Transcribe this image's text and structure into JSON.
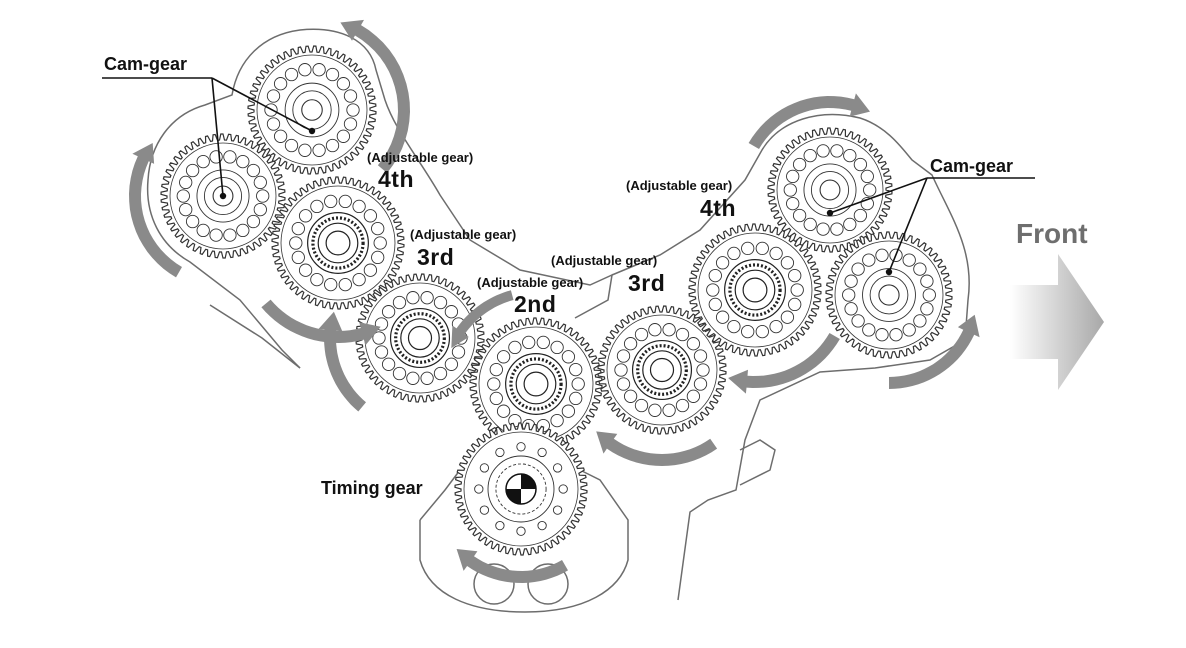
{
  "labels": {
    "cam_gear_left": "Cam-gear",
    "cam_gear_right": "Cam-gear",
    "adjustable_4th_left_note": "(Adjustable gear)",
    "adjustable_4th_left_num": "4th",
    "adjustable_3rd_left_note": "(Adjustable gear)",
    "adjustable_3rd_left_num": "3rd",
    "adjustable_2nd_note": "(Adjustable gear)",
    "adjustable_2nd_num": "2nd",
    "adjustable_3rd_right_note": "(Adjustable gear)",
    "adjustable_3rd_right_num": "3rd",
    "adjustable_4th_right_note": "(Adjustable gear)",
    "adjustable_4th_right_num": "4th",
    "timing_gear": "Timing gear",
    "front": "Front"
  },
  "colors": {
    "outline": "#333333",
    "housing": "#6d6d6d",
    "arrow": "#8a8a8a",
    "front_arrow": "#b5b5b5",
    "text": "#111111"
  }
}
